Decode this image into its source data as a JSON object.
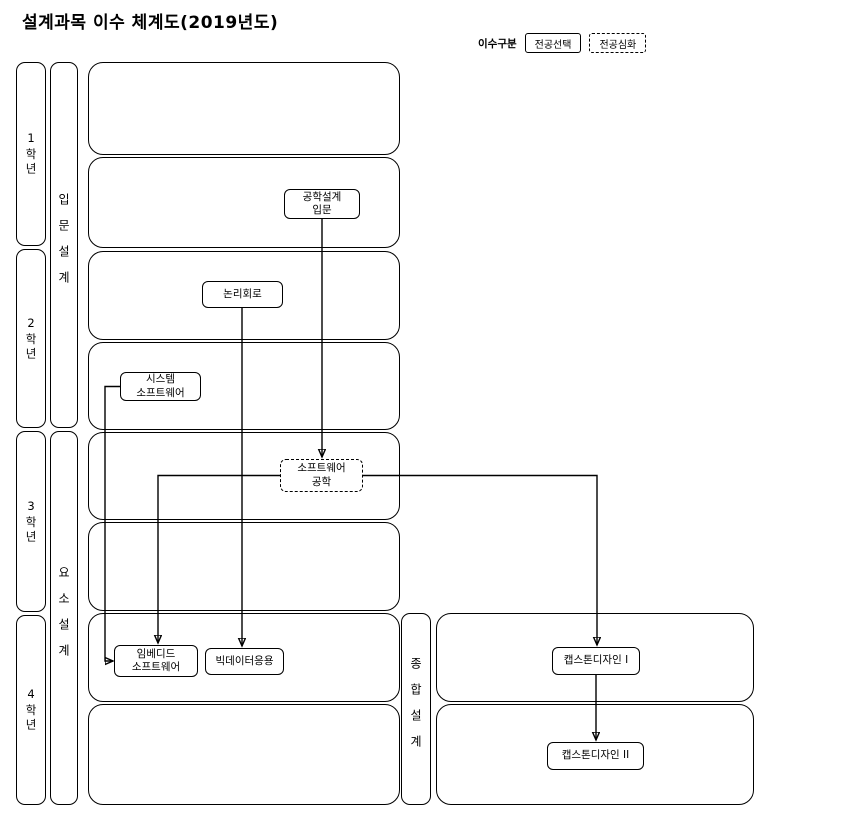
{
  "title": "설계과목 이수 체계도(2019년도)",
  "legend": {
    "label": "이수구분",
    "solid": "전공선택",
    "dashed": "전공심화"
  },
  "years": [
    {
      "label": "1학년"
    },
    {
      "label": "2학년"
    },
    {
      "label": "3학년"
    },
    {
      "label": "4학년"
    }
  ],
  "phases": {
    "intro": "입문설계",
    "element": "요소설계",
    "comprehensive": "종합설계"
  },
  "courses": {
    "eng_design_intro": "공학설계\n입문",
    "logic_circuits": "논리회로",
    "system_software": "시스템\n소프트웨어",
    "software_engineering": "소프트웨어\n공학",
    "embedded_software": "임베디드\n소프트웨어",
    "bigdata_application": "빅데이터응용",
    "capstone_design_1": "캡스톤디자인 I",
    "capstone_design_2": "캡스톤디자인 II"
  },
  "colors": {
    "line": "#000000",
    "background": "#ffffff"
  }
}
